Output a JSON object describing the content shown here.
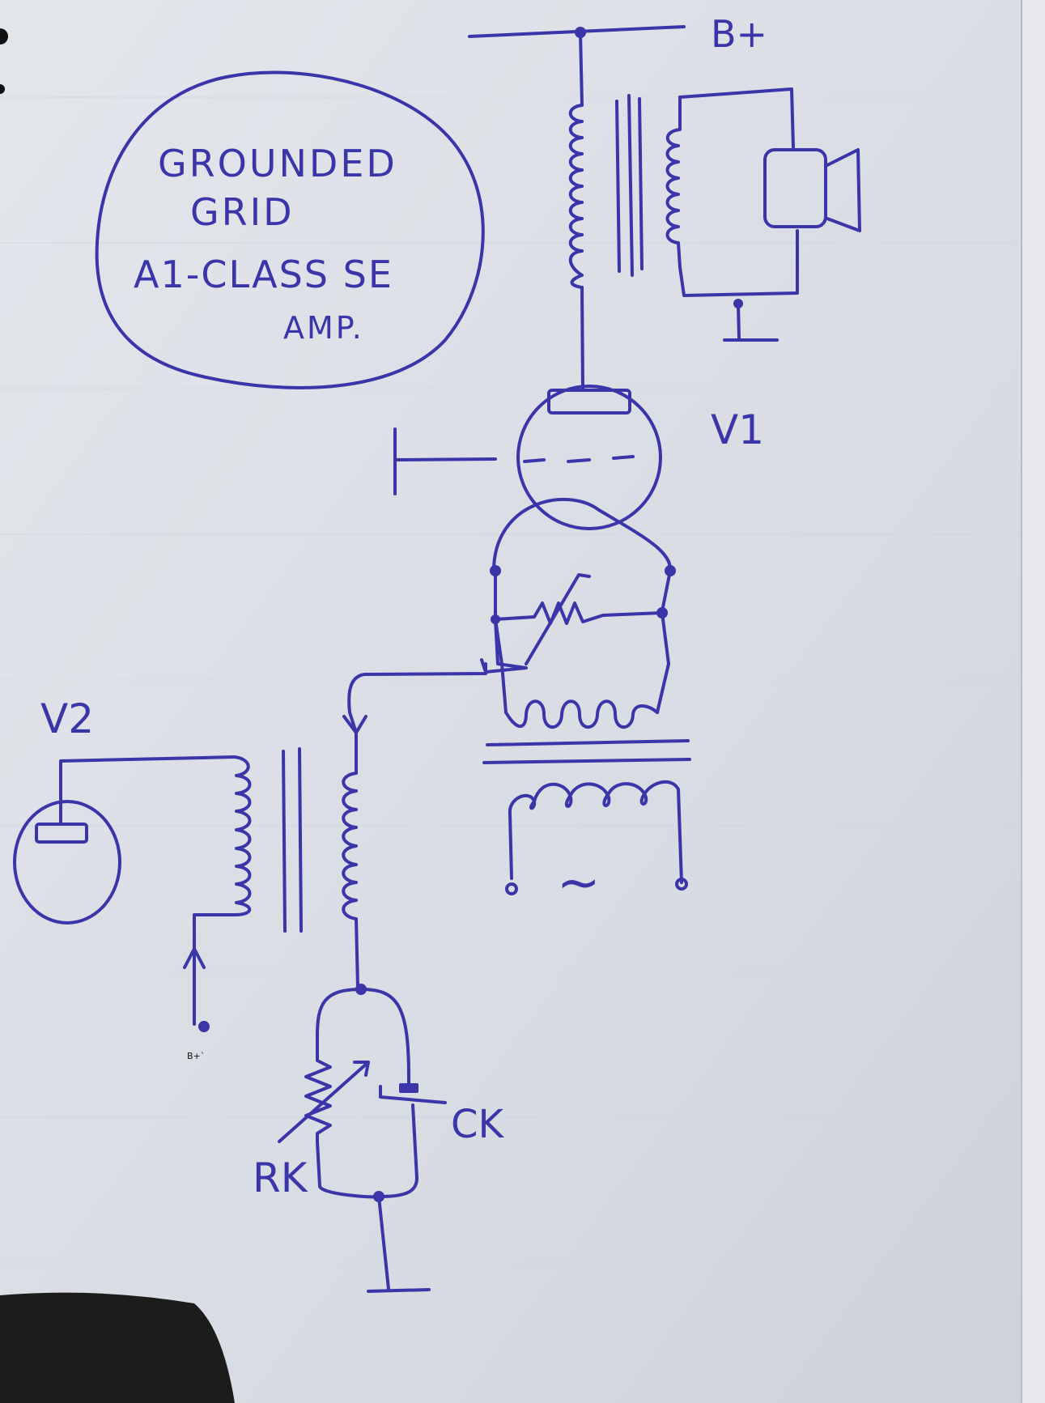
{
  "note": {
    "line1": "GROUNDED",
    "line2": "GRID",
    "line3": "A1-CLASS SE",
    "line4": "AMP."
  },
  "labels": {
    "b_plus_top": "B+",
    "v1": "V1",
    "v2": "V2",
    "ck": "CK",
    "rk": "RK",
    "b_plus_input": "B+`",
    "ac_symbol": "~"
  },
  "colors": {
    "ink": "#3a35a8",
    "paper": "#d9dde4",
    "paper_shade": "#c9ced6",
    "grid_faint": "#cfd4dc"
  }
}
